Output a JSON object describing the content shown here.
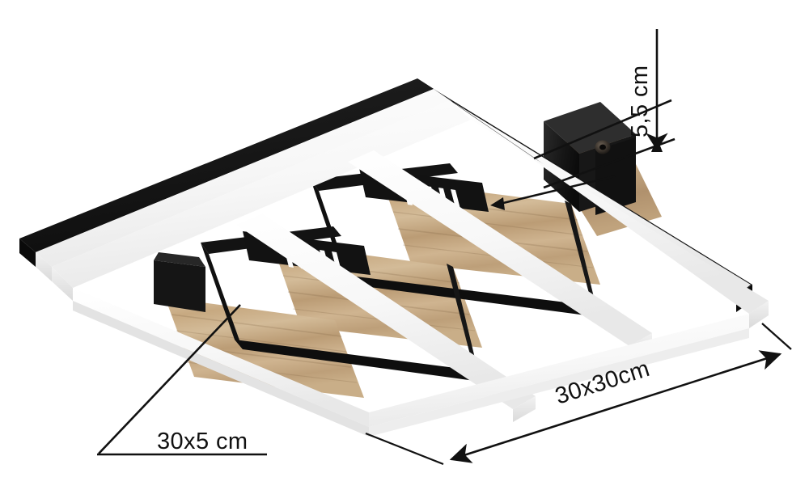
{
  "diagram": {
    "title": "Square LED ceiling lamp dimension drawing",
    "background_color": "#ffffff",
    "product": {
      "name": "square-ceiling-lamp",
      "frame_color": "#141414",
      "diffuser_color": "#fbfbfb",
      "wood_color": "#c8ab84",
      "wood_color_dark": "#a98c68",
      "wood_color_light": "#ddc8a8",
      "bracket_color": "#1a1a1a",
      "screw_color": "#4a4239"
    },
    "annotations": {
      "line_color": "#111111",
      "text_color": "#111111",
      "height_label": "5,5 cm",
      "panel_label": "30x5 cm",
      "overall_label": "30x30cm"
    },
    "parts": {
      "outer_frame": "outer-black-frame",
      "diffuser_rails": "white-led-diffuser-rails",
      "wood_panels": "wooden-accent-panels",
      "vent_slots": "ventilation-slots",
      "mount_box": "ceiling-mount-bracket",
      "screw": "bracket-screw"
    },
    "vent_group_count": 2,
    "vent_slots_per_group": 5,
    "wood_panel_count": 3
  }
}
